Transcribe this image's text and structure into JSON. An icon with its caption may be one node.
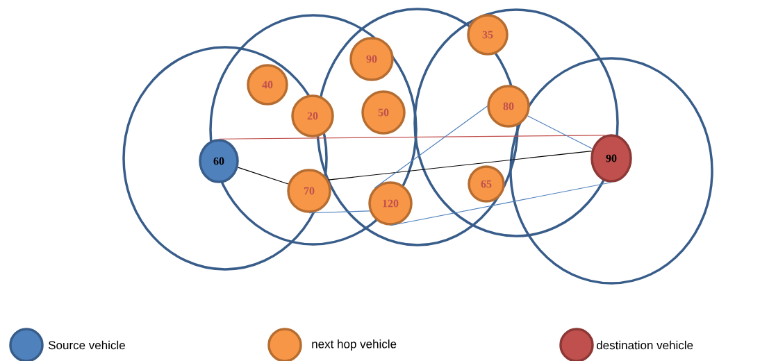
{
  "diagram": {
    "nodes": [
      {
        "text": [
          "35"
        ]
      },
      {
        "text": [
          "90"
        ]
      },
      {
        "text": [
          "40"
        ]
      },
      {
        "text": [
          "80"
        ]
      },
      {
        "text": [
          "50"
        ]
      },
      {
        "text": [
          "20"
        ]
      },
      {
        "text": [
          "90"
        ]
      },
      {
        "text": [
          "60"
        ]
      },
      {
        "text": [
          "65"
        ]
      },
      {
        "text": [
          "70"
        ]
      },
      {
        "text": [
          "120"
        ]
      }
    ],
    "edges": [
      {
        "from": 7,
        "to": 6,
        "arrow": "none",
        "color": "#c0504d"
      },
      {
        "from": 7,
        "to": 9,
        "arrow": "none",
        "color": "#000000"
      },
      {
        "from": 9,
        "to": 6,
        "arrow": "none",
        "color": "#000000"
      },
      {
        "from": 9,
        "to": 10,
        "arrow": "none"
      },
      {
        "from": 10,
        "to": 6,
        "arrow": "none"
      },
      {
        "from": 10,
        "to": 3,
        "arrow": "none"
      },
      {
        "from": 3,
        "to": 6,
        "arrow": "none"
      }
    ],
    "legend": [
      {
        "text": "Source vehicle",
        "color": "#4f81bd"
      },
      {
        "text": "next hop vehicle",
        "color": "#f79646"
      },
      {
        "text": "destination vehicle",
        "color": "#c0504d"
      }
    ]
  }
}
